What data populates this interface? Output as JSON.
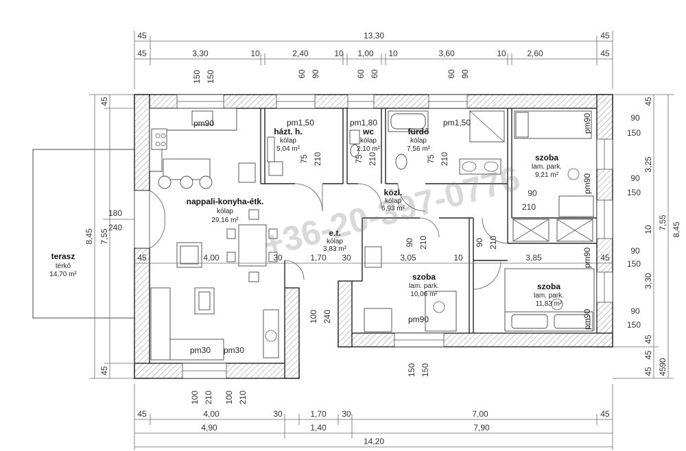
{
  "diagram": {
    "dims_top_row1": [
      {
        "key": "t1a",
        "text": "45"
      },
      {
        "key": "t1b",
        "text": "13,30"
      },
      {
        "key": "t1c",
        "text": "45"
      }
    ],
    "dims_top_row2": [
      {
        "key": "t2a",
        "text": "45"
      },
      {
        "key": "t2b",
        "text": "3,30"
      },
      {
        "key": "t2c",
        "text": "10"
      },
      {
        "key": "t2d",
        "text": "2,40"
      },
      {
        "key": "t2e",
        "text": "10"
      },
      {
        "key": "t2f",
        "text": "1,00"
      },
      {
        "key": "t2g",
        "text": "10"
      },
      {
        "key": "t2h",
        "text": "3,60"
      },
      {
        "key": "t2i",
        "text": "10"
      },
      {
        "key": "t2j",
        "text": "2,60"
      },
      {
        "key": "t2k",
        "text": "45"
      }
    ],
    "dims_top_vertical": [
      {
        "key": "v1",
        "text": "150"
      },
      {
        "key": "v2",
        "text": "150"
      },
      {
        "key": "v3",
        "text": "60"
      },
      {
        "key": "v4",
        "text": "90"
      },
      {
        "key": "v5",
        "text": "60"
      },
      {
        "key": "v6",
        "text": "60"
      },
      {
        "key": "v7",
        "text": "60"
      },
      {
        "key": "v8",
        "text": "90"
      }
    ],
    "dims_left": [
      {
        "key": "l1",
        "text": "45"
      },
      {
        "key": "l2",
        "text": "8,45"
      },
      {
        "key": "l3",
        "text": "7,55"
      },
      {
        "key": "l4",
        "text": "45"
      },
      {
        "key": "l5",
        "text": "180"
      },
      {
        "key": "l6",
        "text": "240"
      }
    ],
    "dims_right": [
      {
        "key": "r1",
        "text": "45"
      },
      {
        "key": "r2",
        "text": "90"
      },
      {
        "key": "r3",
        "text": "150"
      },
      {
        "key": "r4",
        "text": "3,25"
      },
      {
        "key": "r5",
        "text": "90"
      },
      {
        "key": "r6",
        "text": "150"
      },
      {
        "key": "r7",
        "text": "10"
      },
      {
        "key": "r8",
        "text": "7,55"
      },
      {
        "key": "r9",
        "text": "8,45"
      },
      {
        "key": "r10",
        "text": "90"
      },
      {
        "key": "r11",
        "text": "150"
      },
      {
        "key": "r12",
        "text": "3,30"
      },
      {
        "key": "r13",
        "text": "90"
      },
      {
        "key": "r14",
        "text": "150"
      },
      {
        "key": "r15",
        "text": "45"
      },
      {
        "key": "r16",
        "text": "45"
      },
      {
        "key": "r17",
        "text": "45"
      },
      {
        "key": "r18",
        "text": "45"
      },
      {
        "key": "r19",
        "text": "90"
      }
    ],
    "dims_interior": [
      {
        "key": "i1",
        "text": "45"
      },
      {
        "key": "i2",
        "text": "4,00"
      },
      {
        "key": "i3",
        "text": "30"
      },
      {
        "key": "i4",
        "text": "1,70"
      },
      {
        "key": "i5",
        "text": "30"
      },
      {
        "key": "i6",
        "text": "3,05"
      },
      {
        "key": "i7",
        "text": "10"
      },
      {
        "key": "i8",
        "text": "3,85"
      },
      {
        "key": "i9",
        "text": "45"
      },
      {
        "key": "i10",
        "text": "75"
      },
      {
        "key": "i11",
        "text": "210"
      },
      {
        "key": "i12",
        "text": "75"
      },
      {
        "key": "i13",
        "text": "210"
      },
      {
        "key": "i14",
        "text": "75"
      },
      {
        "key": "i15",
        "text": "210"
      },
      {
        "key": "i16",
        "text": "90"
      },
      {
        "key": "i17",
        "text": "210"
      },
      {
        "key": "i18",
        "text": "90"
      },
      {
        "key": "i19",
        "text": "210"
      },
      {
        "key": "i20",
        "text": "90"
      },
      {
        "key": "i21",
        "text": "210"
      },
      {
        "key": "i22",
        "text": "100"
      },
      {
        "key": "i23",
        "text": "240"
      }
    ],
    "dims_bottom_vertical": [
      {
        "key": "b1",
        "text": "150"
      },
      {
        "key": "b2",
        "text": "150"
      },
      {
        "key": "b3",
        "text": "100"
      },
      {
        "key": "b4",
        "text": "210"
      },
      {
        "key": "b5",
        "text": "100"
      },
      {
        "key": "b6",
        "text": "210"
      }
    ],
    "dims_bottom_row1": [
      {
        "key": "bb1",
        "text": "45"
      },
      {
        "key": "bb2",
        "text": "4,00"
      },
      {
        "key": "bb3",
        "text": "30"
      },
      {
        "key": "bb4",
        "text": "1,70"
      },
      {
        "key": "bb5",
        "text": "30"
      },
      {
        "key": "bb6",
        "text": "7,00"
      },
      {
        "key": "bb7",
        "text": "45"
      }
    ],
    "dims_bottom_row2": [
      {
        "key": "bc1",
        "text": "4,90"
      },
      {
        "key": "bc2",
        "text": "1,40"
      },
      {
        "key": "bc3",
        "text": "7,90"
      }
    ],
    "dims_bottom_row3": [
      {
        "key": "bd1",
        "text": "14,20"
      }
    ],
    "rooms": [
      {
        "key": "kitchen",
        "name": "nappali-konyha-étk.",
        "floor": "kólap",
        "area": "29,16 m²"
      },
      {
        "key": "hazt",
        "name": "házt. h.",
        "floor": "kólap",
        "area": "5,04 m²"
      },
      {
        "key": "wc",
        "name": "wc",
        "floor": "kólap",
        "area": "2,10 m²"
      },
      {
        "key": "furdo",
        "name": "fürdő",
        "floor": "kólap",
        "area": "7,56 m²"
      },
      {
        "key": "kozl",
        "name": "közl.",
        "floor": "kólap",
        "area": "6,93 m²"
      },
      {
        "key": "et",
        "name": "e.t.",
        "floor": "kólap",
        "area": "3,83 m²"
      },
      {
        "key": "szoba1",
        "name": "szoba",
        "floor": "lam. park.",
        "area": "9,21 m²"
      },
      {
        "key": "szoba2",
        "name": "szoba",
        "floor": "lam. park.",
        "area": "10,06 m²"
      },
      {
        "key": "szoba3",
        "name": "szoba",
        "floor": "lam. park.",
        "area": "11,83 m²"
      },
      {
        "key": "terasz",
        "name": "terasz",
        "floor": "térkő",
        "area": "14,70 m²"
      }
    ],
    "markers": [
      {
        "key": "m1",
        "text": "pm90"
      },
      {
        "key": "m2",
        "text": "pm1,50"
      },
      {
        "key": "m3",
        "text": "pm1,80"
      },
      {
        "key": "m4",
        "text": "pm1,50"
      },
      {
        "key": "m5",
        "text": "pm90"
      },
      {
        "key": "m6",
        "text": "pm90"
      },
      {
        "key": "m7",
        "text": "pm90"
      },
      {
        "key": "m8",
        "text": "pm90"
      },
      {
        "key": "m9",
        "text": "pm90"
      },
      {
        "key": "m10",
        "text": "pm30"
      },
      {
        "key": "m11",
        "text": "pm30"
      }
    ],
    "watermark": "+36-20-397-0776"
  }
}
